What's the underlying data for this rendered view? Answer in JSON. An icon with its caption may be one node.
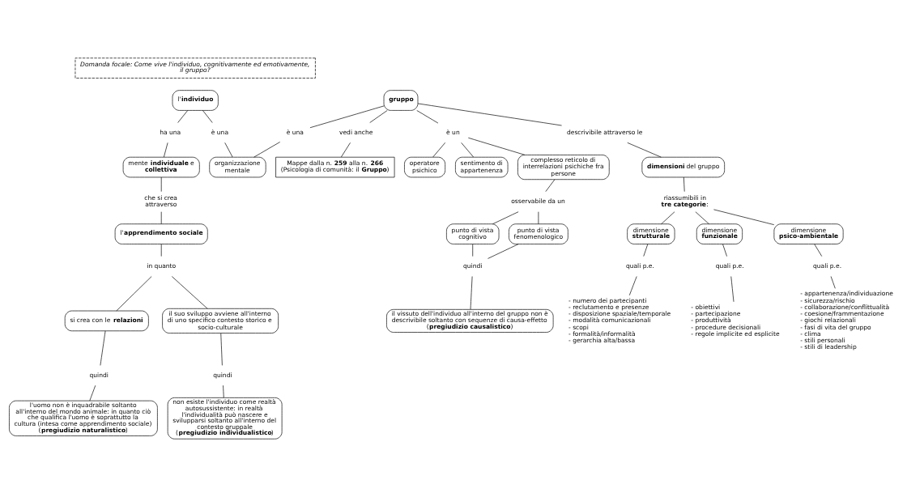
{
  "diagram": {
    "nodes": [
      {
        "text": [
          "Domanda focale: Come vive l'individuo, cognitivamente ed emotivamente, il gruppo?"
        ]
      },
      {
        "text": [
          "l'**individuo**"
        ]
      },
      {
        "text": [
          "ha una"
        ]
      },
      {
        "text": [
          "è una"
        ]
      },
      {
        "text": [
          "mente **individuale** e **collettiva**"
        ]
      },
      {
        "text": [
          "organizzazione mentale"
        ]
      },
      {
        "text": [
          "**gruppo**"
        ]
      },
      {
        "text": [
          "vedi anche"
        ]
      },
      {
        "text": [
          "Mappe dalla n. **259** alla n. **266**",
          "(Psicologia di comunità: il **Gruppo**)"
        ]
      },
      {
        "text": [
          "è una"
        ]
      },
      {
        "text": [
          "è un"
        ]
      },
      {
        "text": [
          "descrivibile attraverso le"
        ]
      },
      {
        "text": [
          "operatore psichico"
        ]
      },
      {
        "text": [
          "sentimento di appartenenza"
        ]
      },
      {
        "text": [
          "complesso reticolo di interrelazioni psichiche fra persone"
        ]
      },
      {
        "text": [
          "**dimensioni** del gruppo"
        ]
      },
      {
        "text": [
          "riassumibili in **tre categorie**:"
        ]
      },
      {
        "text": [
          "dimensione **strutturale**"
        ]
      },
      {
        "text": [
          "dimensione **funzionale**"
        ]
      },
      {
        "text": [
          "dimensione **psico-ambientale**"
        ]
      },
      {
        "text": [
          "quali p.e."
        ]
      },
      {
        "text": [
          "quali p.e."
        ]
      },
      {
        "text": [
          "quali p.e."
        ]
      },
      {
        "text": [
          "- numero dei partecipanti",
          "- reclutamento e presenze",
          "- disposizione spaziale/temporale",
          "- modalità comunicazionali",
          "- scopi",
          "- formalità/informalità",
          "- gerarchia alta/bassa"
        ]
      },
      {
        "text": [
          "- obiettivi",
          "- partecipazione",
          "- produttività",
          "- procedure decisionali",
          "- regole implicite ed esplicite"
        ]
      },
      {
        "text": [
          "- appartenenza/individuazione",
          "- sicurezza/rischio",
          "- collaborazione/conflittualità",
          "- coesione/frammentazione",
          "- giochi relazionali",
          "- fasi di vita del gruppo",
          "- clima",
          "- stili personali",
          "- stili di leadership"
        ]
      },
      {
        "text": [
          "che si crea attraverso"
        ]
      },
      {
        "text": [
          "l'**apprendimento sociale**"
        ]
      },
      {
        "text": [
          "in quanto"
        ]
      },
      {
        "text": [
          "si crea con le **relazioni**"
        ]
      },
      {
        "text": [
          "quindi"
        ]
      },
      {
        "text": [
          "l'uomo non è inquadrabile soltanto all'interno del mondo animale: in quanto ciò che qualifica l'uomo è soprattutto la cultura (intesa come apprendimento sociale)",
          "(**pregiudizio naturalistico**)"
        ]
      },
      {
        "text": [
          "il suo sviluppo avviene all'interno di uno specifico contesto storico e socio-culturale"
        ]
      },
      {
        "text": [
          "quindi"
        ]
      },
      {
        "text": [
          "non esiste l'individuo come realtà autosussistente: in realtà l'individualità può nascere e svilupparsi soltanto all'interno del contesto gruppale",
          "(**pregiudizio individualistico**)"
        ]
      },
      {
        "text": [
          "osservabile da un"
        ]
      },
      {
        "text": [
          "punto di vista cognitivo"
        ]
      },
      {
        "text": [
          "punto di vista fenomenologico"
        ]
      },
      {
        "text": [
          "quindi"
        ]
      },
      {
        "text": [
          "il vissuto dell'individuo all'interno del gruppo non è descrivibile soltanto con sequenze di causa-effetto",
          "(**pregiudizio causalistico**)"
        ]
      }
    ],
    "edges": [
      {
        "from": 1,
        "to": 2,
        "arrow": "none"
      },
      {
        "from": 2,
        "to": 4,
        "arrow": "none"
      },
      {
        "from": 1,
        "to": 3,
        "arrow": "none"
      },
      {
        "from": 3,
        "to": 5,
        "arrow": "none"
      },
      {
        "from": 6,
        "to": 9,
        "arrow": "none"
      },
      {
        "from": 9,
        "to": 5,
        "arrow": "none"
      },
      {
        "from": 6,
        "to": 7,
        "arrow": "none"
      },
      {
        "from": 7,
        "to": 8,
        "arrow": "none"
      },
      {
        "from": 6,
        "to": 10,
        "arrow": "none"
      },
      {
        "from": 10,
        "to": 12,
        "arrow": "none"
      },
      {
        "from": 10,
        "to": 13,
        "arrow": "none"
      },
      {
        "from": 10,
        "to": 14,
        "arrow": "none"
      },
      {
        "from": 6,
        "to": 11,
        "arrow": "none"
      },
      {
        "from": 11,
        "to": 15,
        "arrow": "none"
      },
      {
        "from": 15,
        "to": 16,
        "arrow": "none"
      },
      {
        "from": 16,
        "to": 17,
        "arrow": "none"
      },
      {
        "from": 16,
        "to": 18,
        "arrow": "none"
      },
      {
        "from": 16,
        "to": 19,
        "arrow": "none"
      },
      {
        "from": 17,
        "to": 20,
        "arrow": "none"
      },
      {
        "from": 20,
        "to": 23,
        "arrow": "none"
      },
      {
        "from": 18,
        "to": 21,
        "arrow": "none"
      },
      {
        "from": 21,
        "to": 24,
        "arrow": "none"
      },
      {
        "from": 19,
        "to": 22,
        "arrow": "none"
      },
      {
        "from": 22,
        "to": 25,
        "arrow": "none"
      },
      {
        "from": 4,
        "to": 26,
        "arrow": "none"
      },
      {
        "from": 26,
        "to": 27,
        "arrow": "none"
      },
      {
        "from": 27,
        "to": 28,
        "arrow": "none"
      },
      {
        "from": 28,
        "to": 29,
        "arrow": "none"
      },
      {
        "from": 28,
        "to": 32,
        "arrow": "none"
      },
      {
        "from": 29,
        "to": 30,
        "arrow": "none"
      },
      {
        "from": 30,
        "to": 31,
        "arrow": "none"
      },
      {
        "from": 32,
        "to": 33,
        "arrow": "none"
      },
      {
        "from": 33,
        "to": 34,
        "arrow": "none"
      },
      {
        "from": 14,
        "to": 35,
        "arrow": "none"
      },
      {
        "from": 35,
        "to": 36,
        "arrow": "none"
      },
      {
        "from": 35,
        "to": 37,
        "arrow": "none"
      },
      {
        "from": 36,
        "to": 38,
        "arrow": "none"
      },
      {
        "from": 37,
        "to": 38,
        "arrow": "none"
      },
      {
        "from": 38,
        "to": 39,
        "arrow": "none"
      }
    ]
  }
}
